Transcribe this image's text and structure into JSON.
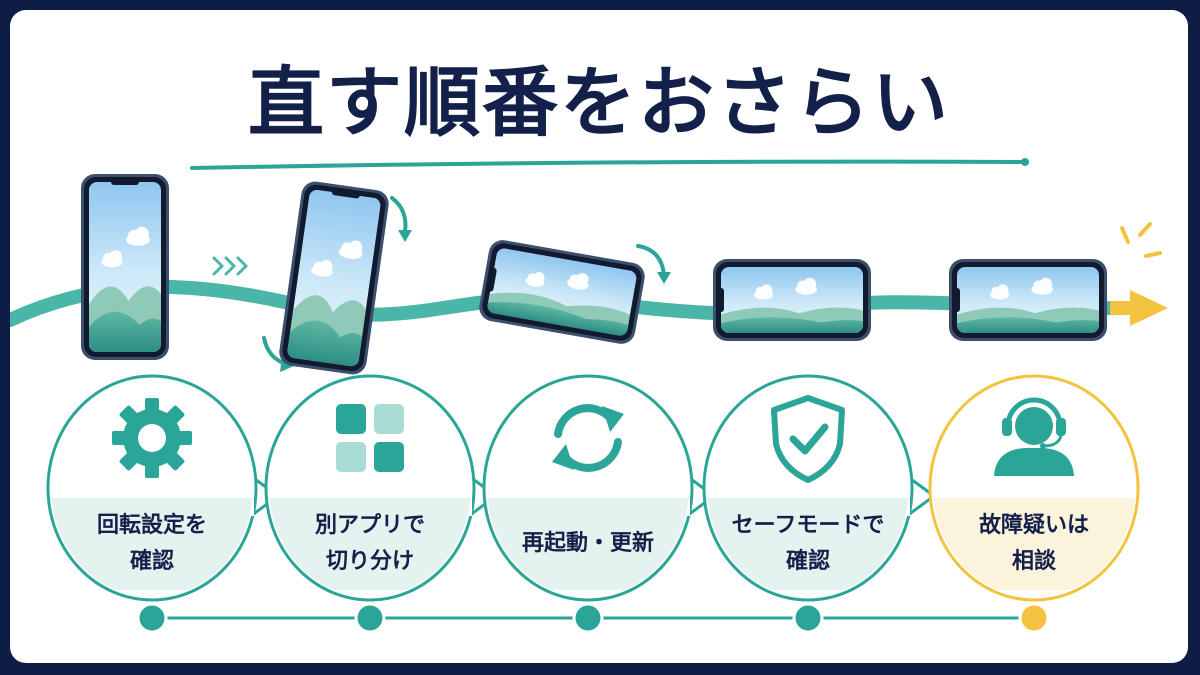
{
  "title": "直す順番をおさらい",
  "colors": {
    "teal": "#2aa597",
    "teal_light": "#a9ddd4",
    "gold": "#f3c340",
    "navy": "#13204a",
    "sky": "#bfe3f7"
  },
  "steps": [
    {
      "label": "回転設定を\n確認",
      "icon": "gear-icon",
      "accent": "teal"
    },
    {
      "label": "別アプリで\n切り分け",
      "icon": "app-grid-icon",
      "accent": "teal"
    },
    {
      "label": "再起動・更新",
      "icon": "refresh-icon",
      "accent": "teal"
    },
    {
      "label": "セーフモードで\n確認",
      "icon": "shield-check-icon",
      "accent": "teal"
    },
    {
      "label": "故障疑いは\n相談",
      "icon": "support-headset-icon",
      "accent": "gold"
    }
  ],
  "phones": [
    {
      "orientation": "portrait",
      "rotation_deg": 0
    },
    {
      "orientation": "portrait",
      "rotation_deg": 8
    },
    {
      "orientation": "landscape",
      "rotation_deg": 10
    },
    {
      "orientation": "landscape",
      "rotation_deg": 0
    },
    {
      "orientation": "landscape",
      "rotation_deg": 0
    }
  ]
}
